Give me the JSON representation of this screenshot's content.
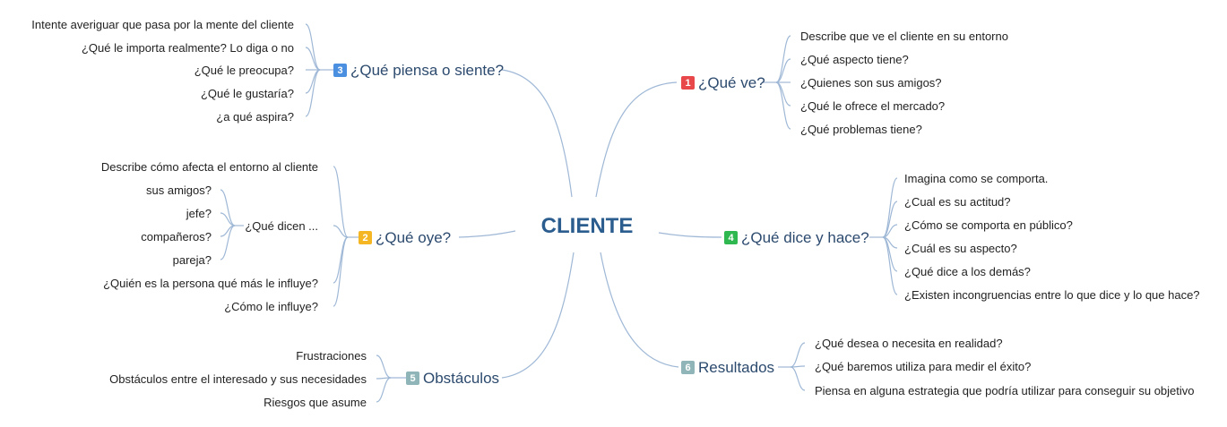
{
  "center": {
    "label": "CLIENTE"
  },
  "branches": [
    {
      "id": "que-ve",
      "number": "1",
      "label": "¿Qué ve?",
      "color": "#e8484a",
      "items": [
        "Describe que ve el cliente en su entorno",
        "¿Qué aspecto tiene?",
        "¿Quienes son sus amigos?",
        "¿Qué le ofrece el mercado?",
        "¿Qué problemas tiene?"
      ]
    },
    {
      "id": "que-oye",
      "number": "2",
      "label": "¿Qué oye?",
      "color": "#f5b623",
      "items": [
        "Describe cómo afecta el entorno al cliente",
        "¿Qué dicen ...",
        "¿Quién es la persona qué más le influye?",
        "¿Cómo le influye?"
      ],
      "sub_items": [
        "sus amigos?",
        "jefe?",
        "compañeros?",
        "pareja?"
      ]
    },
    {
      "id": "que-piensa",
      "number": "3",
      "label": "¿Qué piensa o siente?",
      "color": "#4a8fe0",
      "items": [
        "Intente averiguar que pasa por la mente del cliente",
        "¿Qué le importa realmente? Lo diga o no",
        "¿Qué le preocupa?",
        "¿Qué le gustaría?",
        "¿a qué aspira?"
      ]
    },
    {
      "id": "que-dice",
      "number": "4",
      "label": "¿Qué dice y hace?",
      "color": "#2fb84f",
      "items": [
        "Imagina como se comporta.",
        "¿Cual es su actitud?",
        "¿Cómo se comporta en público?",
        "¿Cuál es su aspecto?",
        "¿Qué dice a los demás?",
        "¿Existen incongruencias entre lo que dice y lo que hace?"
      ]
    },
    {
      "id": "obstaculos",
      "number": "5",
      "label": "Obstáculos",
      "color": "#8fb5b8",
      "items": [
        "Frustraciones",
        "Obstáculos entre el interesado y sus necesidades",
        "Riesgos que asume"
      ]
    },
    {
      "id": "resultados",
      "number": "6",
      "label": "Resultados",
      "color": "#8fb5b8",
      "items": [
        "¿Qué desea o necesita en realidad?",
        "¿Qué baremos utiliza para medir el éxito?",
        "Piensa en alguna estrategia que podría utilizar para conseguir su objetivo"
      ]
    }
  ]
}
